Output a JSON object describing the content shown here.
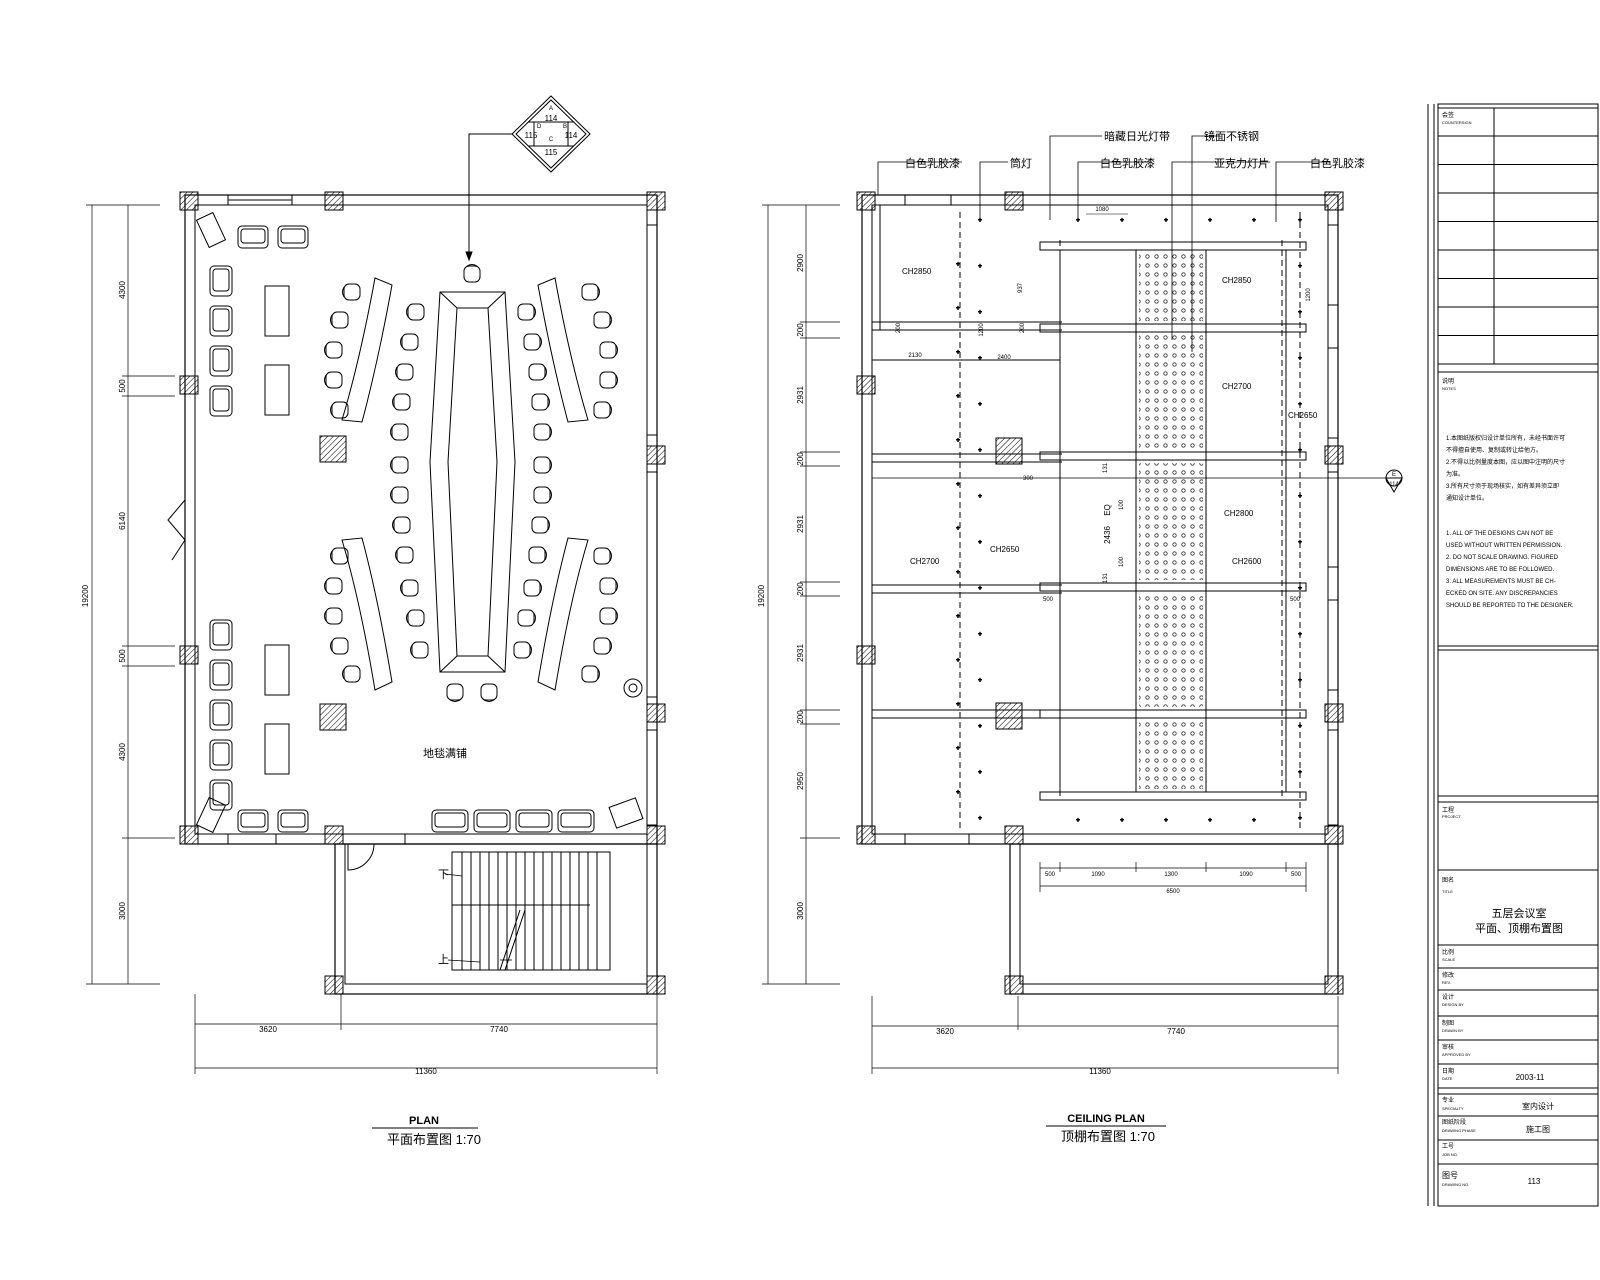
{
  "plan": {
    "caption_en": "PLAN",
    "caption_cn": "平面布置图 1:70",
    "carpet_label": "地毯满铺",
    "stair_down": "下",
    "stair_up": "上",
    "dims_vertical": [
      "4300",
      "500",
      "6140",
      "500",
      "4300",
      "3000"
    ],
    "dim_total_vertical": "19200",
    "dims_bottom": [
      "3620",
      "7740"
    ],
    "dim_total_bottom": "11360",
    "index_symbol": {
      "A": "A",
      "B": "B",
      "C": "C",
      "D": "D",
      "top": "114",
      "left": "115",
      "right": "114",
      "bottom": "115"
    }
  },
  "ceiling": {
    "caption_en": "CEILING PLAN",
    "caption_cn": "顶棚布置图 1:70",
    "callouts": [
      "白色乳胶漆",
      "筒灯",
      "暗藏日光灯带",
      "白色乳胶漆",
      "镜面不锈钢",
      "亚克力灯片",
      "白色乳胶漆"
    ],
    "heights": [
      "CH2850",
      "CH2850",
      "CH2700",
      "CH2650",
      "CH2800",
      "CH2700",
      "CH2650",
      "CH2600"
    ],
    "dims_left": [
      "2900",
      "200",
      "2931",
      "200",
      "2931",
      "200",
      "2931",
      "200",
      "2950",
      "3000"
    ],
    "dim_total_vertical": "19200",
    "inner_dims": [
      "1080",
      "937",
      "1200",
      "1200",
      "2130",
      "2400",
      "200",
      "200",
      "300",
      "131",
      "100",
      "2436",
      "EQ",
      "100",
      "131"
    ],
    "dims_grid": [
      "500",
      "1090",
      "1300",
      "1090",
      "500"
    ],
    "dim_grid_total": "6500",
    "side_dims": [
      "500",
      "500"
    ],
    "dims_bottom": [
      "3620",
      "7740"
    ],
    "dim_total_bottom": "11360",
    "section_mark": {
      "letter": "E",
      "number": "114"
    }
  },
  "title_block": {
    "rows": [
      {
        "label_cn": "会签",
        "label_en": "COUNTERSIGN"
      },
      {
        "label_cn": "说明",
        "label_en": "NOTES"
      }
    ],
    "notes_cn": [
      "1.本图纸版权归设计单位所有，未经书面许可",
      "不得擅自使用、复制或转让给他方。",
      "2.不得以比例量度本图，应以图中注明的尺寸",
      "为准。",
      "3.所有尺寸须于现场核实，如有差异须立即",
      "通知设计单位。"
    ],
    "notes_en": [
      "1. ALL OF THE DESIGNS CAN NOT BE",
      "USED WITHOUT WRITTEN PERMISSION.",
      "2. DO NOT SCALE DRAWING. FIGURED",
      "DIMENSIONS ARE TO BE FOLLOWED.",
      "3. ALL MEASUREMENTS MUST BE CH-",
      "ECKED ON SITE. ANY DISCREPANCIES",
      "SHOULD BE REPORTED TO THE DESIGNER."
    ],
    "project": {
      "cn": "工程",
      "en": "PROJECT"
    },
    "drawing_title": {
      "cn": "图名",
      "en": "TITLE",
      "line1": "五层会议室",
      "line2": "平面、顶棚布置图"
    },
    "fields": [
      {
        "cn": "比例",
        "en": "SCALE",
        "value": ""
      },
      {
        "cn": "修改",
        "en": "REV.",
        "value": ""
      },
      {
        "cn": "设计",
        "en": "DESIGN BY",
        "value": ""
      },
      {
        "cn": "制图",
        "en": "DRAWN BY",
        "value": ""
      },
      {
        "cn": "审核",
        "en": "APPROVED BY",
        "value": ""
      },
      {
        "cn": "日期",
        "en": "DATE",
        "value": "2003-11"
      }
    ],
    "specialty": {
      "cn": "专业",
      "en": "SPECIALTY",
      "value": "室内设计"
    },
    "phase": {
      "cn": "图纸阶段",
      "en": "DRAWING PHASE",
      "value": "施工图"
    },
    "job_no": {
      "cn": "工号",
      "en": "JOB NO.",
      "value": ""
    },
    "drawing_no": {
      "cn": "图号",
      "en": "DRAWING NO.",
      "value": "113"
    }
  }
}
